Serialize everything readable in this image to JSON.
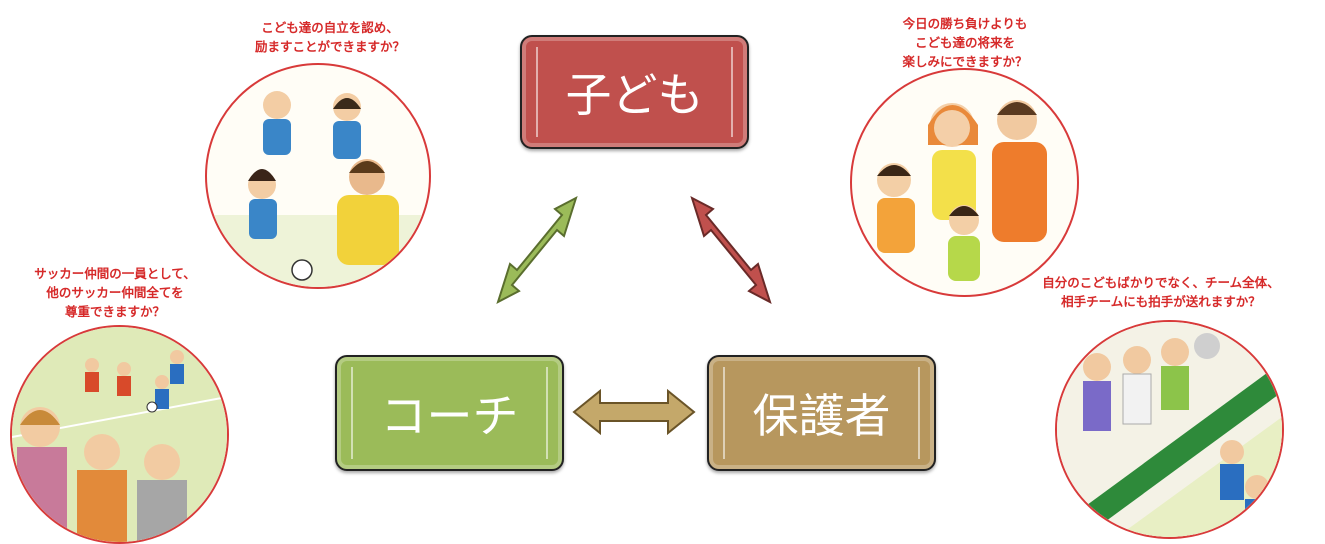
{
  "roles": {
    "child": {
      "label": "子ども",
      "color": "#c0504d"
    },
    "coach": {
      "label": "コーチ",
      "color": "#9bbb59"
    },
    "parent": {
      "label": "保護者",
      "color": "#b7975e"
    }
  },
  "questions": {
    "top_left": "こども達の自立を認め、\n励ますことができますか？",
    "top_right": "今日の勝ち負けよりも\nこども達の将来を\n楽しみにできますか？",
    "middle_left": "サッカー仲間の一員として、\n他のサッカー仲間全てを\n尊重できますか？",
    "middle_right": "自分のこどもばかりでなく、チーム全体、\n相手チームにも拍手が送れますか？"
  },
  "arrow_colors": {
    "child_coach": "#9bbb59",
    "child_parent": "#c0504d",
    "coach_parent": "#c4a86a"
  },
  "circle_border_color": "#d83a3a",
  "caption_color": "#d62a2a"
}
